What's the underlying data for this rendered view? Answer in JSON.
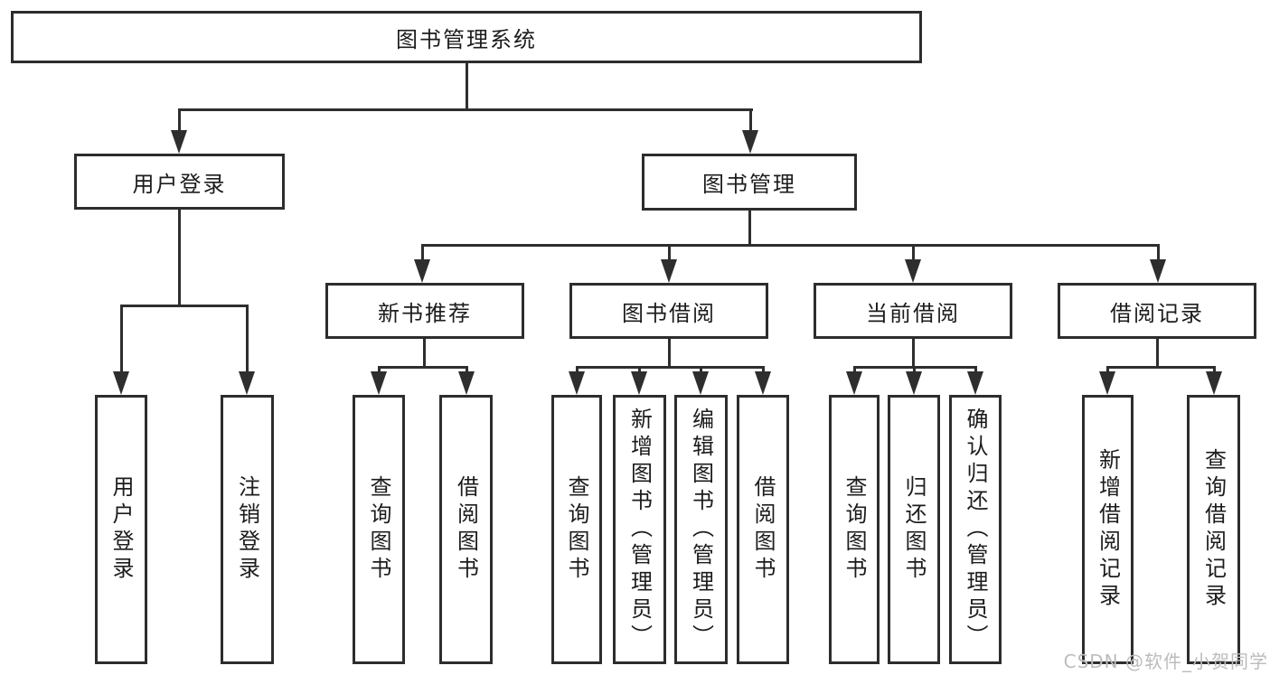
{
  "diagram_title": "图书管理系统",
  "nodes": {
    "root": "图书管理系统",
    "branches": [
      "用户登录",
      "图书管理"
    ],
    "sections": [
      "新书推荐",
      "图书借阅",
      "当前借阅",
      "借阅记录"
    ],
    "user_login_leaves": [
      "用户登录",
      "注销登录"
    ],
    "new_book_leaves": [
      "查询图书",
      "借阅图书"
    ],
    "borrow_leaves": [
      "查询图书",
      "新增图书（管理员）",
      "编辑图书（管理员）",
      "借阅图书"
    ],
    "current_leaves": [
      "查询图书",
      "归还图书",
      "确认归还（管理员）"
    ],
    "record_leaves": [
      "新增借阅记录",
      "查询借阅记录"
    ]
  },
  "watermark": "CSDN @软件_小贺同学",
  "colors": {
    "line": "#2e2e2e",
    "border": "#2d2d2d",
    "text": "#1c1c1c",
    "watermark": "#bcbcbc",
    "background": "#ffffff"
  }
}
